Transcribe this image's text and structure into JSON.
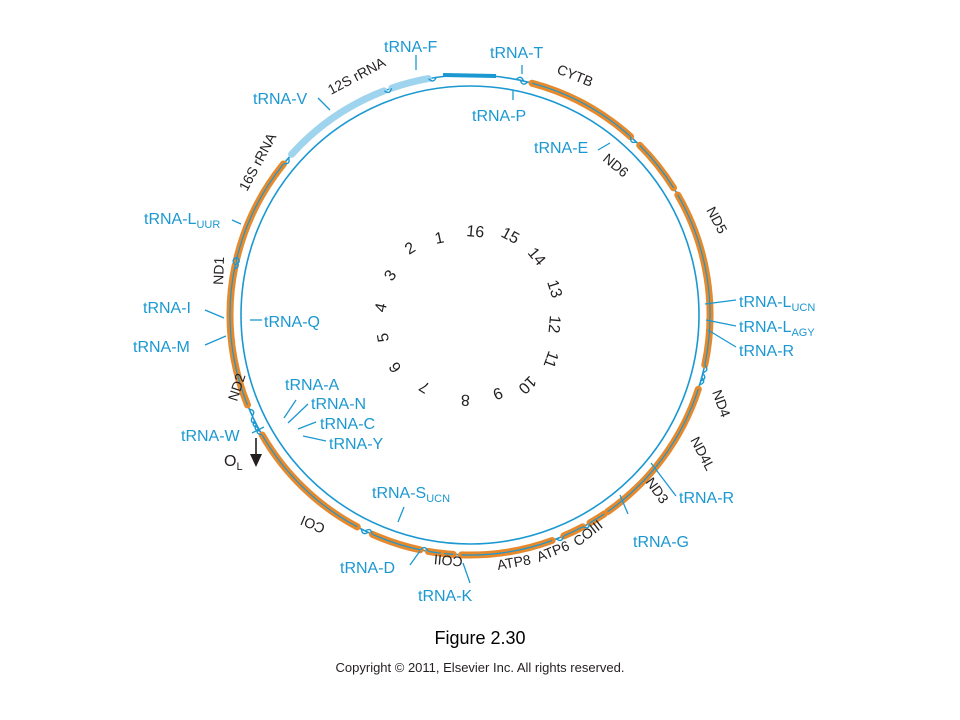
{
  "colors": {
    "strand": "#1b98d1",
    "protein_gene": "#e5892c",
    "rrna": "#9fd4ee",
    "label_blue": "#1b98d1",
    "dark_text": "#231f20"
  },
  "figure": {
    "caption": "Figure 2.30",
    "copyright": "Copyright © 2011, Elsevier Inc. All rights reserved."
  },
  "trna_labels": [
    {
      "id": "trna-f",
      "text": "tRNA-F",
      "sub": ""
    },
    {
      "id": "trna-t",
      "text": "tRNA-T",
      "sub": ""
    },
    {
      "id": "trna-p",
      "text": "tRNA-P",
      "sub": ""
    },
    {
      "id": "trna-v",
      "text": "tRNA-V",
      "sub": ""
    },
    {
      "id": "trna-e",
      "text": "tRNA-E",
      "sub": ""
    },
    {
      "id": "trna-l-uur",
      "text": "tRNA-L",
      "sub": "UUR"
    },
    {
      "id": "trna-l-ucn",
      "text": "tRNA-L",
      "sub": "UCN"
    },
    {
      "id": "trna-l-agy",
      "text": "tRNA-L",
      "sub": "AGY"
    },
    {
      "id": "trna-r-1",
      "text": "tRNA-R",
      "sub": ""
    },
    {
      "id": "trna-i",
      "text": "tRNA-I",
      "sub": ""
    },
    {
      "id": "trna-q",
      "text": "tRNA-Q",
      "sub": ""
    },
    {
      "id": "trna-m",
      "text": "tRNA-M",
      "sub": ""
    },
    {
      "id": "trna-a",
      "text": "tRNA-A",
      "sub": ""
    },
    {
      "id": "trna-n",
      "text": "tRNA-N",
      "sub": ""
    },
    {
      "id": "trna-c",
      "text": "tRNA-C",
      "sub": ""
    },
    {
      "id": "trna-y",
      "text": "tRNA-Y",
      "sub": ""
    },
    {
      "id": "trna-w",
      "text": "tRNA-W",
      "sub": ""
    },
    {
      "id": "trna-r-2",
      "text": "tRNA-R",
      "sub": ""
    },
    {
      "id": "trna-s-ucn",
      "text": "tRNA-S",
      "sub": "UCN"
    },
    {
      "id": "trna-g",
      "text": "tRNA-G",
      "sub": ""
    },
    {
      "id": "trna-d",
      "text": "tRNA-D",
      "sub": ""
    },
    {
      "id": "trna-k",
      "text": "tRNA-K",
      "sub": ""
    }
  ],
  "gene_labels": [
    {
      "id": "cytb",
      "text": "CYTB"
    },
    {
      "id": "nd6",
      "text": "ND6"
    },
    {
      "id": "nd5",
      "text": "ND5"
    },
    {
      "id": "nd4",
      "text": "ND4"
    },
    {
      "id": "nd4l",
      "text": "ND4L"
    },
    {
      "id": "nd3",
      "text": "ND3"
    },
    {
      "id": "coiii",
      "text": "COIII"
    },
    {
      "id": "atp6",
      "text": "ATP6"
    },
    {
      "id": "atp8",
      "text": "ATP8"
    },
    {
      "id": "coii",
      "text": "COII"
    },
    {
      "id": "coi",
      "text": "COI"
    },
    {
      "id": "nd2",
      "text": "ND2"
    },
    {
      "id": "nd1",
      "text": "ND1"
    },
    {
      "id": "rrna-16s",
      "text": "16S rRNA"
    },
    {
      "id": "rrna-12s",
      "text": "12S rRNA"
    }
  ],
  "origin_label": {
    "text": "O",
    "sub": "L"
  },
  "position_markers": [
    "1",
    "2",
    "3",
    "4",
    "5",
    "6",
    "7",
    "8",
    "9",
    "10",
    "11",
    "12",
    "13",
    "14",
    "15",
    "16"
  ]
}
